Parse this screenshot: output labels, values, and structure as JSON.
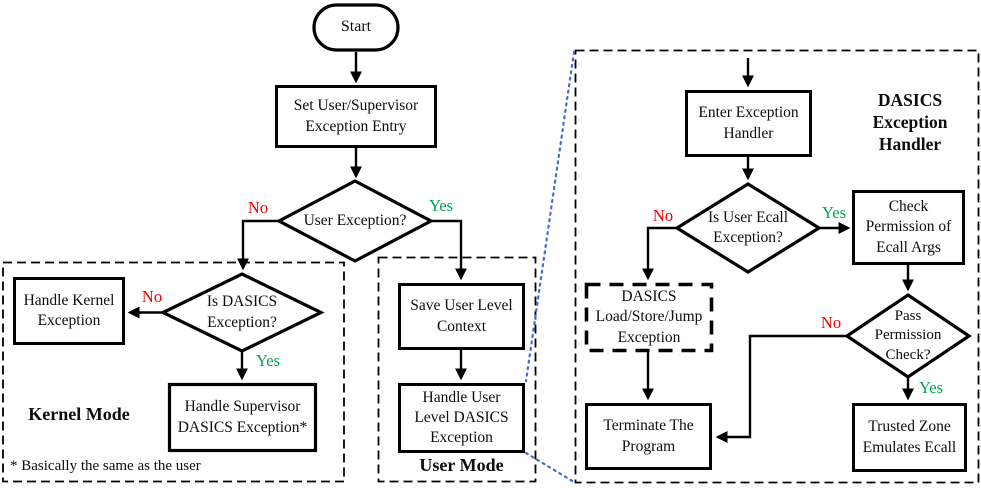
{
  "diagram": {
    "kind": "flowchart",
    "subject": "DASICS exception handling flow"
  },
  "colors": {
    "background": "#FFFFFF",
    "shape_stroke": "#000000",
    "no_label": "#EE0000",
    "yes_label": "#00A650",
    "callout_line": "#4169E1"
  },
  "nodes": {
    "start": "Start",
    "set_entry": "Set User/Supervisor\nException Entry",
    "user_exception": "User Exception?",
    "handle_kernel": "Handle Kernel\nException",
    "is_dasics": "Is DASICS\nException?",
    "handle_supervisor": "Handle Supervisor\nDASICS Exception*",
    "save_context": "Save User Level\nContext",
    "handle_user": "Handle User\nLevel DASICS\nException",
    "enter_handler": "Enter Exception\nHandler",
    "is_ecall": "Is User Ecall\nException?",
    "check_permission": "Check\nPermission of\nEcall Args",
    "load_store_jump": "DASICS\nLoad/Store/Jump\nException",
    "pass_check": "Pass\nPermission\nCheck?",
    "terminate": "Terminate The\nProgram",
    "trusted_zone": "Trusted Zone\nEmulates Ecall"
  },
  "regions": {
    "kernel_mode": "Kernel Mode",
    "user_mode": "User Mode",
    "dasics_handler": "DASICS\nException\nHandler"
  },
  "edge_labels": {
    "user_exception_no": "No",
    "user_exception_yes": "Yes",
    "is_dasics_no": "No",
    "is_dasics_yes": "Yes",
    "is_ecall_no": "No",
    "is_ecall_yes": "Yes",
    "pass_check_no": "No",
    "pass_check_yes": "Yes"
  },
  "footnote": "* Basically the same as the user"
}
